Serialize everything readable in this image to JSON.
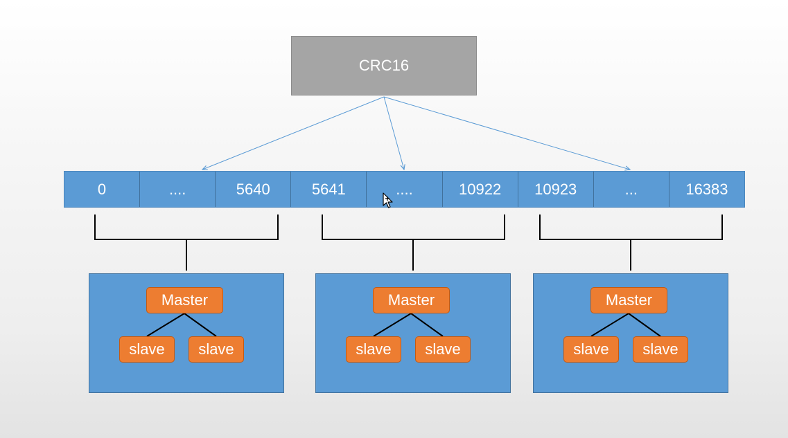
{
  "hash": {
    "label": "CRC16"
  },
  "slots": [
    "0",
    "....",
    "5640",
    "5641",
    "....",
    "10922",
    "10923",
    "...",
    "16383"
  ],
  "nodes": [
    {
      "master": "Master",
      "slaves": [
        "slave",
        "slave"
      ]
    },
    {
      "master": "Master",
      "slaves": [
        "slave",
        "slave"
      ]
    },
    {
      "master": "Master",
      "slaves": [
        "slave",
        "slave"
      ]
    }
  ],
  "colors": {
    "hash_box": "#a5a5a5",
    "slot_bar": "#5b9bd5",
    "node_box": "#5b9bd5",
    "pill": "#ed7d31",
    "arrow": "#5b9bd5",
    "bracket": "#000000"
  }
}
